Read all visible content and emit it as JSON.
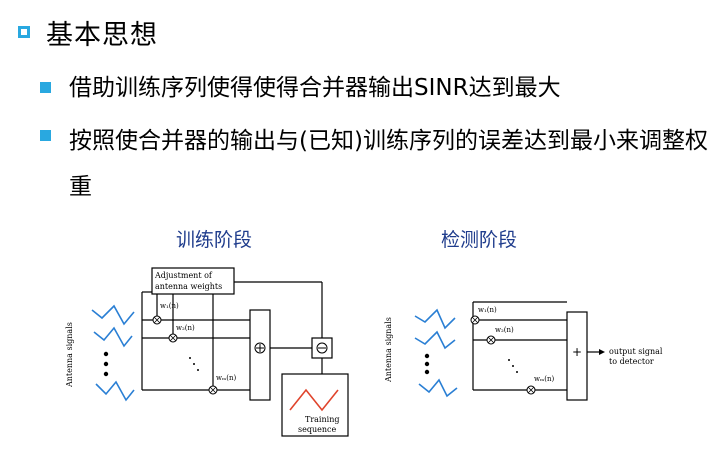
{
  "heading": "基本思想",
  "bullets": [
    "借助训练序列使得使得合并器输出SINR达到最大",
    "按照使合并器的输出与(已知)训练序列的误差达到最小来调整权重"
  ],
  "training_label": "训练阶段",
  "detection_label": "检测阶段",
  "left_diagram": {
    "adjust_box_line1": "Adjustment of",
    "adjust_box_line2": "antenna weights",
    "antenna_label": "Antenna signals",
    "w1": "w₁(n)",
    "w2": "w₂(n)",
    "wm": "wₘ(n)",
    "training_line1": "Training",
    "training_line2": "sequence"
  },
  "right_diagram": {
    "antenna_label": "Antenna signals",
    "w1": "w₁(n)",
    "w2": "w₂(n)",
    "wm": "wₘ(n)",
    "output_line1": "output signal",
    "output_line2": "to detector"
  },
  "colors": {
    "accent": "#29a8e0",
    "section_label": "#1f3c8c",
    "wave": "#2a7fd4",
    "training_wave": "#e0442c"
  }
}
